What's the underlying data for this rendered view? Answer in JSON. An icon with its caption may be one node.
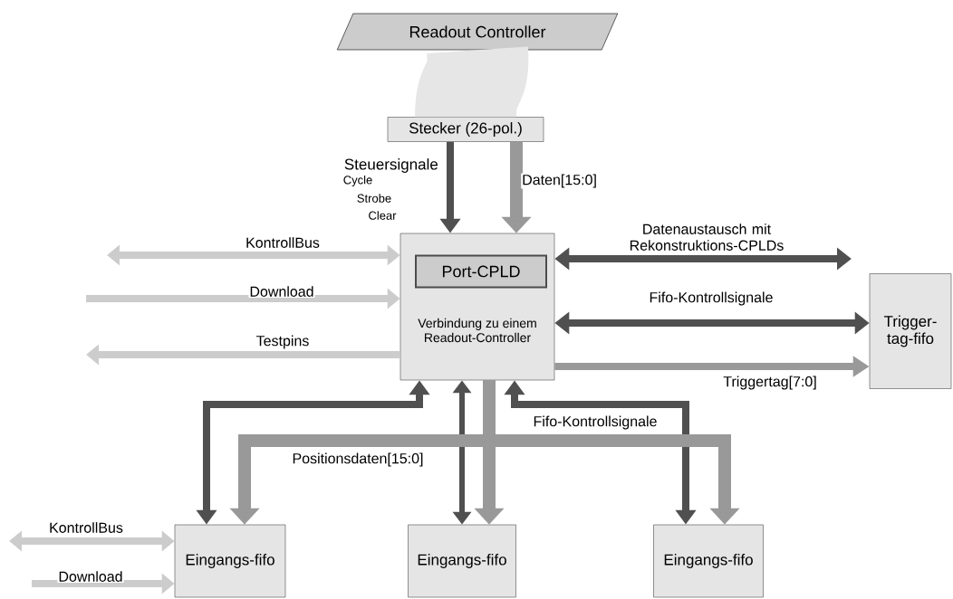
{
  "diagram": {
    "nodes": [
      {
        "text": [
          "Readout Controller"
        ]
      },
      {
        "text": [
          "Stecker (26-pol.)"
        ]
      },
      {
        "text": [
          "Verbindung zu einem Readout-Controller"
        ]
      },
      {
        "text": [
          "Port-CPLD"
        ],
        "in": 2
      },
      {
        "text": [
          "Trigger-tag-fifo"
        ]
      },
      {
        "text": [
          "Eingangs-fifo"
        ]
      },
      {
        "text": [
          "Eingangs-fifo"
        ]
      },
      {
        "text": [
          "Eingangs-fifo"
        ]
      }
    ],
    "edges": [
      {
        "from": 0,
        "to": 1,
        "arrow": "none",
        "style": "thick",
        "color": "#e6e6e6"
      },
      {
        "from": 1,
        "to": 2,
        "arrow": "to",
        "label": "Steuersignale",
        "color": "#505050"
      },
      {
        "from": 1,
        "to": 2,
        "arrow": "to",
        "label": "Daten[15:0]",
        "color": "#999999"
      },
      {
        "from": null,
        "to": 2,
        "arrow": "both",
        "label": "KontrollBus",
        "color": "#cccccc"
      },
      {
        "from": null,
        "to": 2,
        "arrow": "to",
        "label": "Download",
        "color": "#cccccc"
      },
      {
        "from": 2,
        "to": null,
        "arrow": "to",
        "label": "Testpins",
        "color": "#cccccc"
      },
      {
        "from": 2,
        "to": null,
        "arrow": "both",
        "label": "Datenaustausch mit Rekonstruktions-CPLDs",
        "color": "#505050"
      },
      {
        "from": 2,
        "to": 4,
        "arrow": "both",
        "label": "Fifo-Kontrollsignale",
        "color": "#505050"
      },
      {
        "from": 2,
        "to": 4,
        "arrow": "to",
        "label": "Triggertag[7:0]",
        "color": "#999999"
      },
      {
        "from": 2,
        "to": 5,
        "arrow": "both",
        "color": "#505050"
      },
      {
        "from": 2,
        "to": 6,
        "arrow": "both",
        "color": "#505050"
      },
      {
        "from": 2,
        "to": 7,
        "arrow": "both",
        "label": "Fifo-Kontrollsignale",
        "color": "#505050"
      },
      {
        "from": 2,
        "to": 5,
        "arrow": "to",
        "label": "Positionsdaten[15:0]",
        "color": "#999999"
      },
      {
        "from": 2,
        "to": 6,
        "arrow": "to",
        "color": "#999999"
      },
      {
        "from": 2,
        "to": 7,
        "arrow": "to",
        "color": "#999999"
      },
      {
        "from": null,
        "to": 5,
        "arrow": "both",
        "label": "KontrollBus",
        "color": "#cccccc"
      },
      {
        "from": null,
        "to": 5,
        "arrow": "to",
        "label": "Download",
        "color": "#cccccc"
      }
    ],
    "labels": [
      "Cycle",
      "Strobe",
      "Clear"
    ]
  }
}
